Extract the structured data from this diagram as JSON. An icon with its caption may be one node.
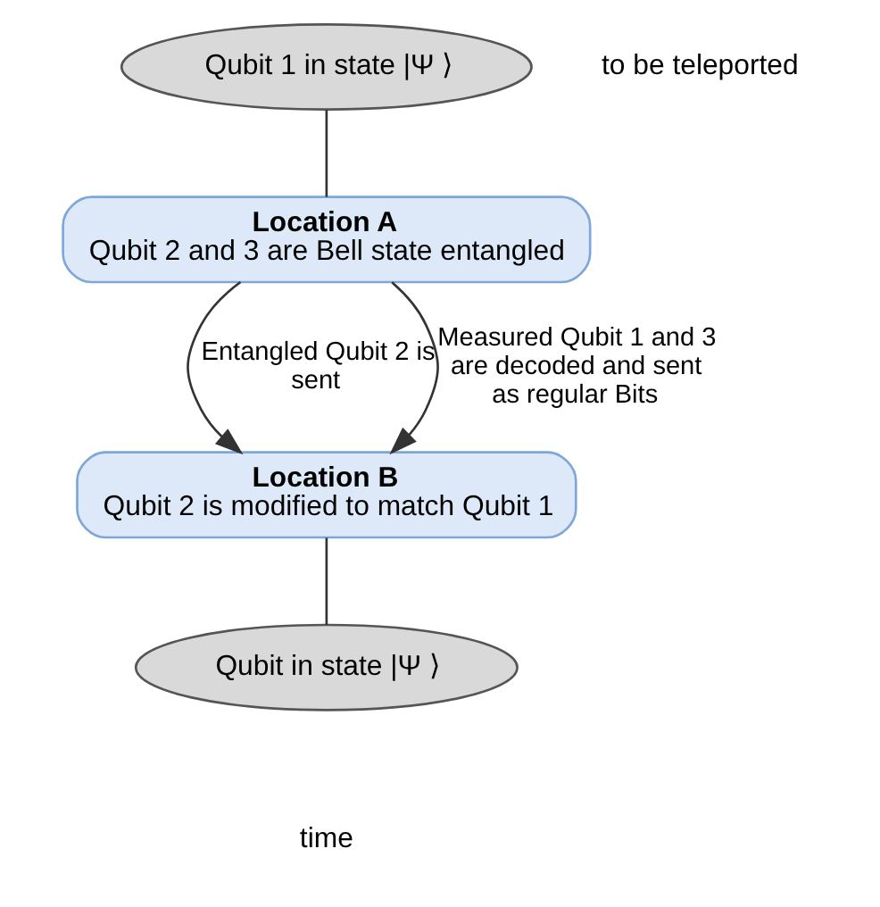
{
  "diagram": {
    "nodes": [
      {
        "text": [
          "Qubit 1 in state |Ψ ⟩"
        ],
        "beside": [
          "to be teleported"
        ]
      },
      {
        "text": [
          "Location A",
          "Qubit 2 and 3 are Bell state entangled"
        ]
      },
      {
        "text": [
          "Location B",
          "Qubit 2 is modified to match Qubit 1"
        ]
      },
      {
        "text": [
          "Qubit in state |Ψ ⟩"
        ]
      }
    ],
    "edges": [
      {
        "from": 0,
        "to": 1,
        "arrow": "none"
      },
      {
        "from": 1,
        "to": 2,
        "arrow": "to",
        "label": "Entangled Qubit 2 is sent"
      },
      {
        "from": 1,
        "to": 2,
        "arrow": "to",
        "label": "Measured Qubit 1 and 3 are decoded and sent as regular Bits"
      },
      {
        "from": 2,
        "to": 3,
        "arrow": "none"
      }
    ],
    "labels": [
      "time"
    ]
  }
}
